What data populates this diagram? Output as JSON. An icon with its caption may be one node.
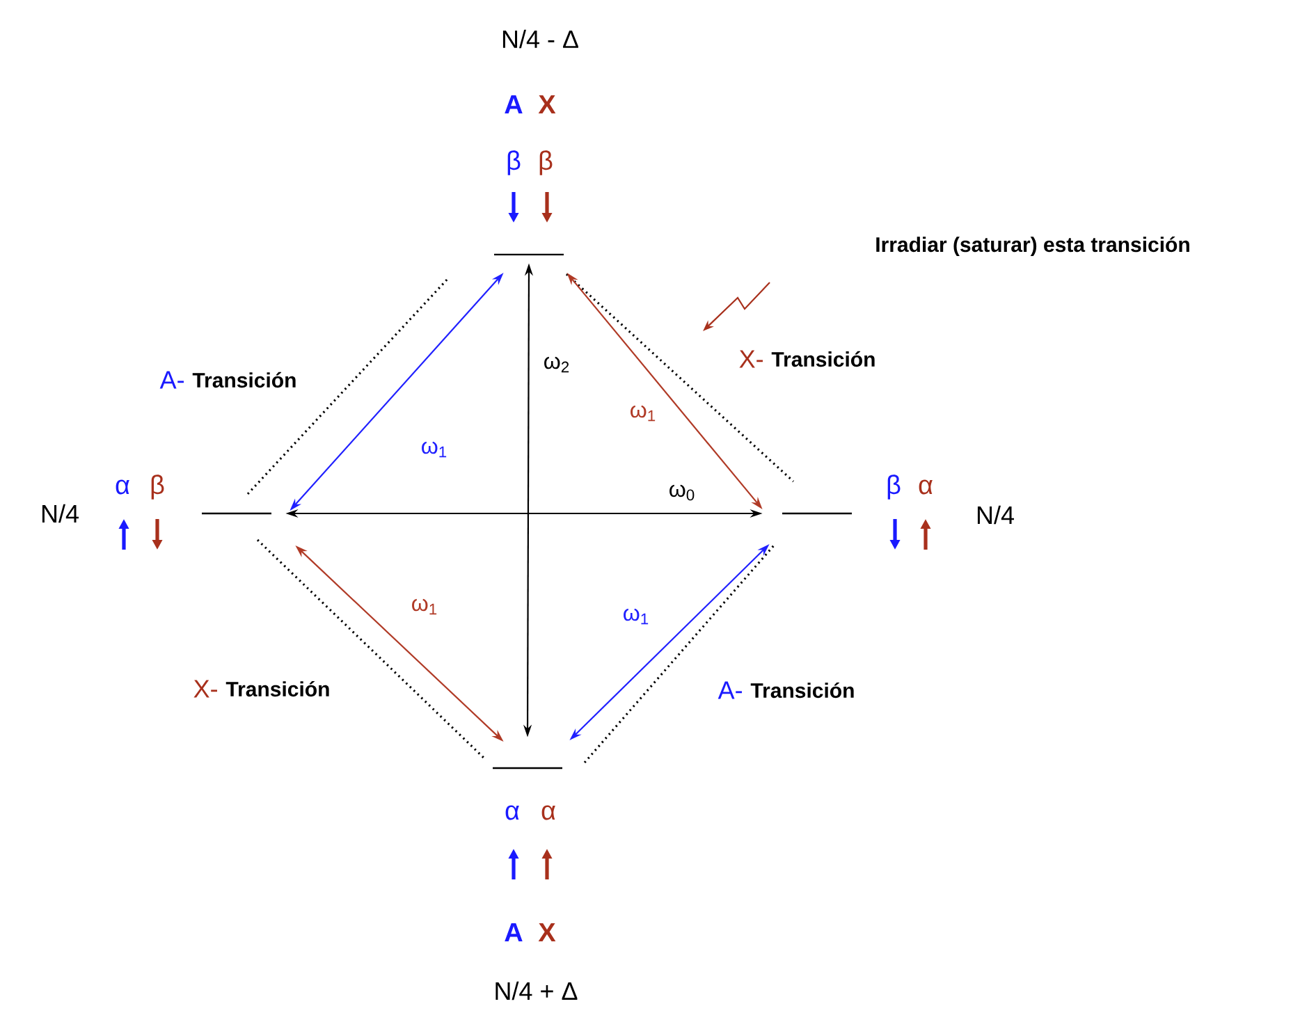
{
  "diagram": {
    "nodes": [
      {
        "text": [],
        "shape": "bar",
        "beside": [
          "N/4 - Δ",
          "A",
          "X",
          "β",
          "β"
        ]
      },
      {
        "text": [],
        "shape": "bar",
        "beside": [
          "N/4",
          "α",
          "β"
        ]
      },
      {
        "text": [],
        "shape": "bar",
        "beside": [
          "β",
          "α",
          "N/4"
        ]
      },
      {
        "text": [],
        "shape": "bar",
        "beside": [
          "α",
          "α",
          "A",
          "X",
          "N/4 + Δ"
        ]
      }
    ],
    "edges": [
      {
        "from": 1,
        "to": 0,
        "arrow": "both",
        "label": "ω$_{1}$",
        "color": "#2020ff"
      },
      {
        "from": 0,
        "to": 2,
        "arrow": "both",
        "label": "ω$_{1}$",
        "color": "#b03a26"
      },
      {
        "from": 1,
        "to": 3,
        "arrow": "both",
        "label": "ω$_{1}$",
        "color": "#b03a26"
      },
      {
        "from": 3,
        "to": 2,
        "arrow": "both",
        "label": "ω$_{1}$",
        "color": "#2020ff"
      },
      {
        "from": 1,
        "to": 2,
        "arrow": "both",
        "label": "ω$_{0}$",
        "color": "#000000"
      },
      {
        "from": 0,
        "to": 3,
        "arrow": "both",
        "label": "ω$_{2}$",
        "color": "#000000"
      }
    ],
    "labels": [
      "Irradiar (saturar) esta transición",
      "A-",
      "Transición",
      "X-",
      "Transición",
      "X-",
      "Transición",
      "A-",
      "Transición"
    ]
  }
}
